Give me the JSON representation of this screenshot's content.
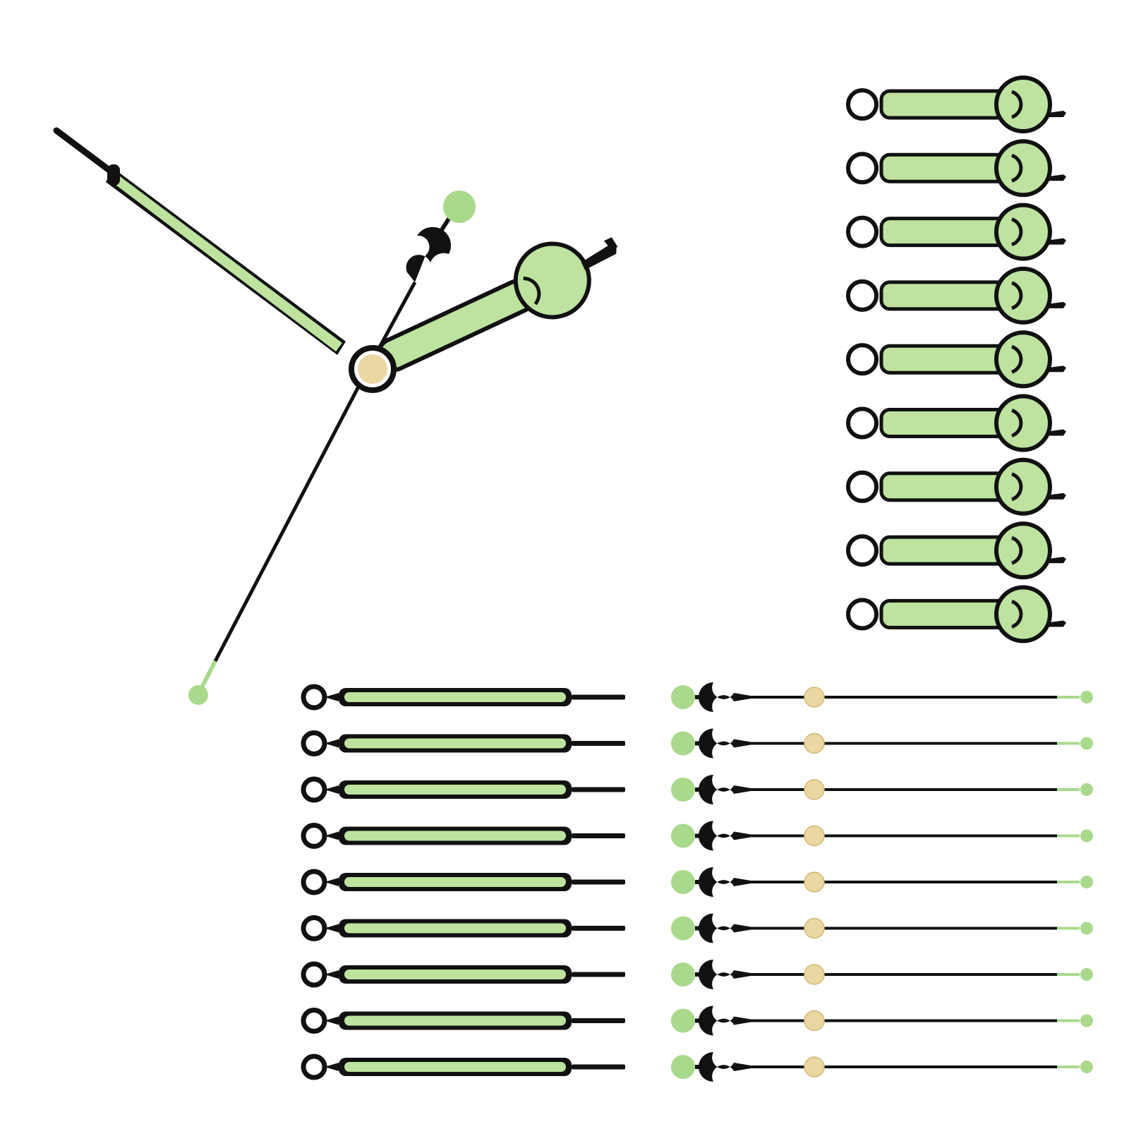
{
  "colors": {
    "background": "#ffffff",
    "lume": "#bde39f",
    "lume_dot": "#a9d98b",
    "outline": "#111111",
    "hub_gold": "#ead7a1"
  },
  "icons": {
    "assembled_hands": "watch-hands-set-icon",
    "hour_hand": "hour-hand-icon",
    "minute_hand": "minute-hand-icon",
    "second_hand": "second-hand-icon"
  },
  "hand_sets": {
    "hour_hands_count": 9,
    "minute_hands_count": 9,
    "second_hands_count": 9
  }
}
